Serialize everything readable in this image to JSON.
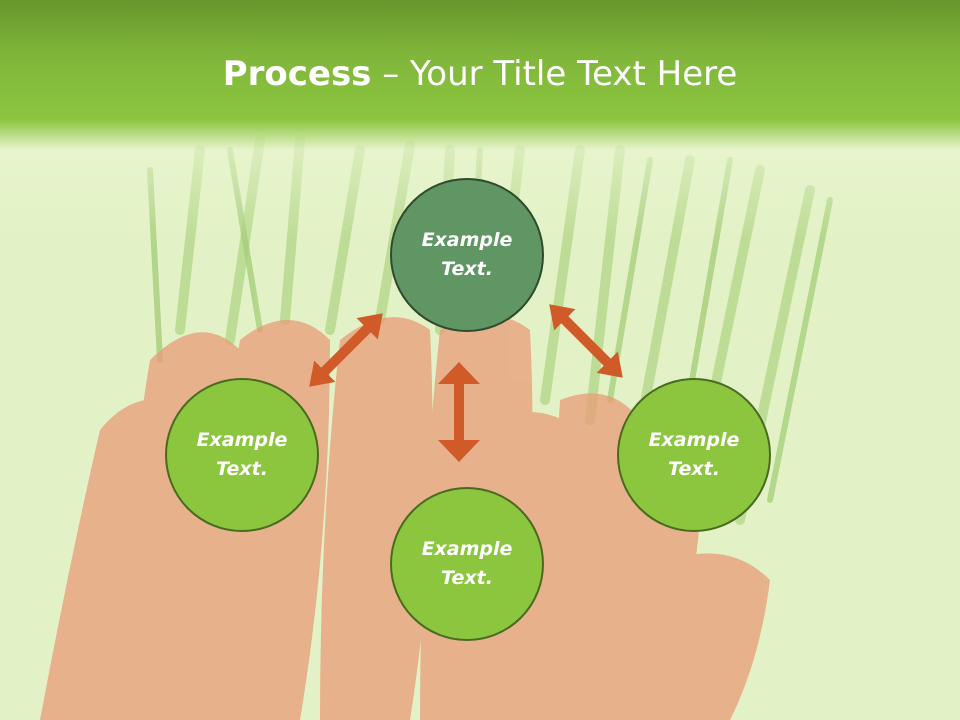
{
  "slide": {
    "title_bold": "Process",
    "title_rest": " – Your Title Text Here"
  },
  "diagram": {
    "center_node": "Example\nText.",
    "left_node": "Example\nText.",
    "right_node": "Example\nText.",
    "bottom_node": "Example\nText."
  },
  "colors": {
    "title_bar": "#8cc63f",
    "center_node": "#5f9664",
    "outer_nodes": "#8cc63f",
    "arrows": "#d05a28"
  }
}
